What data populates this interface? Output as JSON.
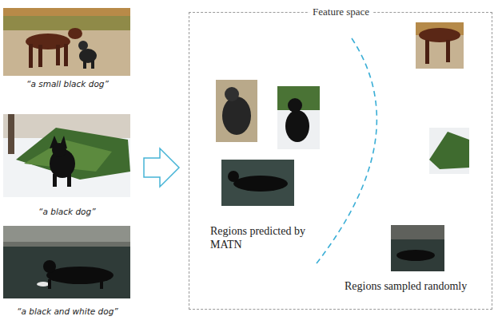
{
  "diagram": {
    "nodes": [
      {
        "text": [
          "Feature space"
        ]
      }
    ],
    "labels": [
      "“a small black dog”",
      "“a black dog”",
      "“a black and white dog”",
      "Regions predicted by MATN",
      "Regions sampled randomly"
    ]
  }
}
